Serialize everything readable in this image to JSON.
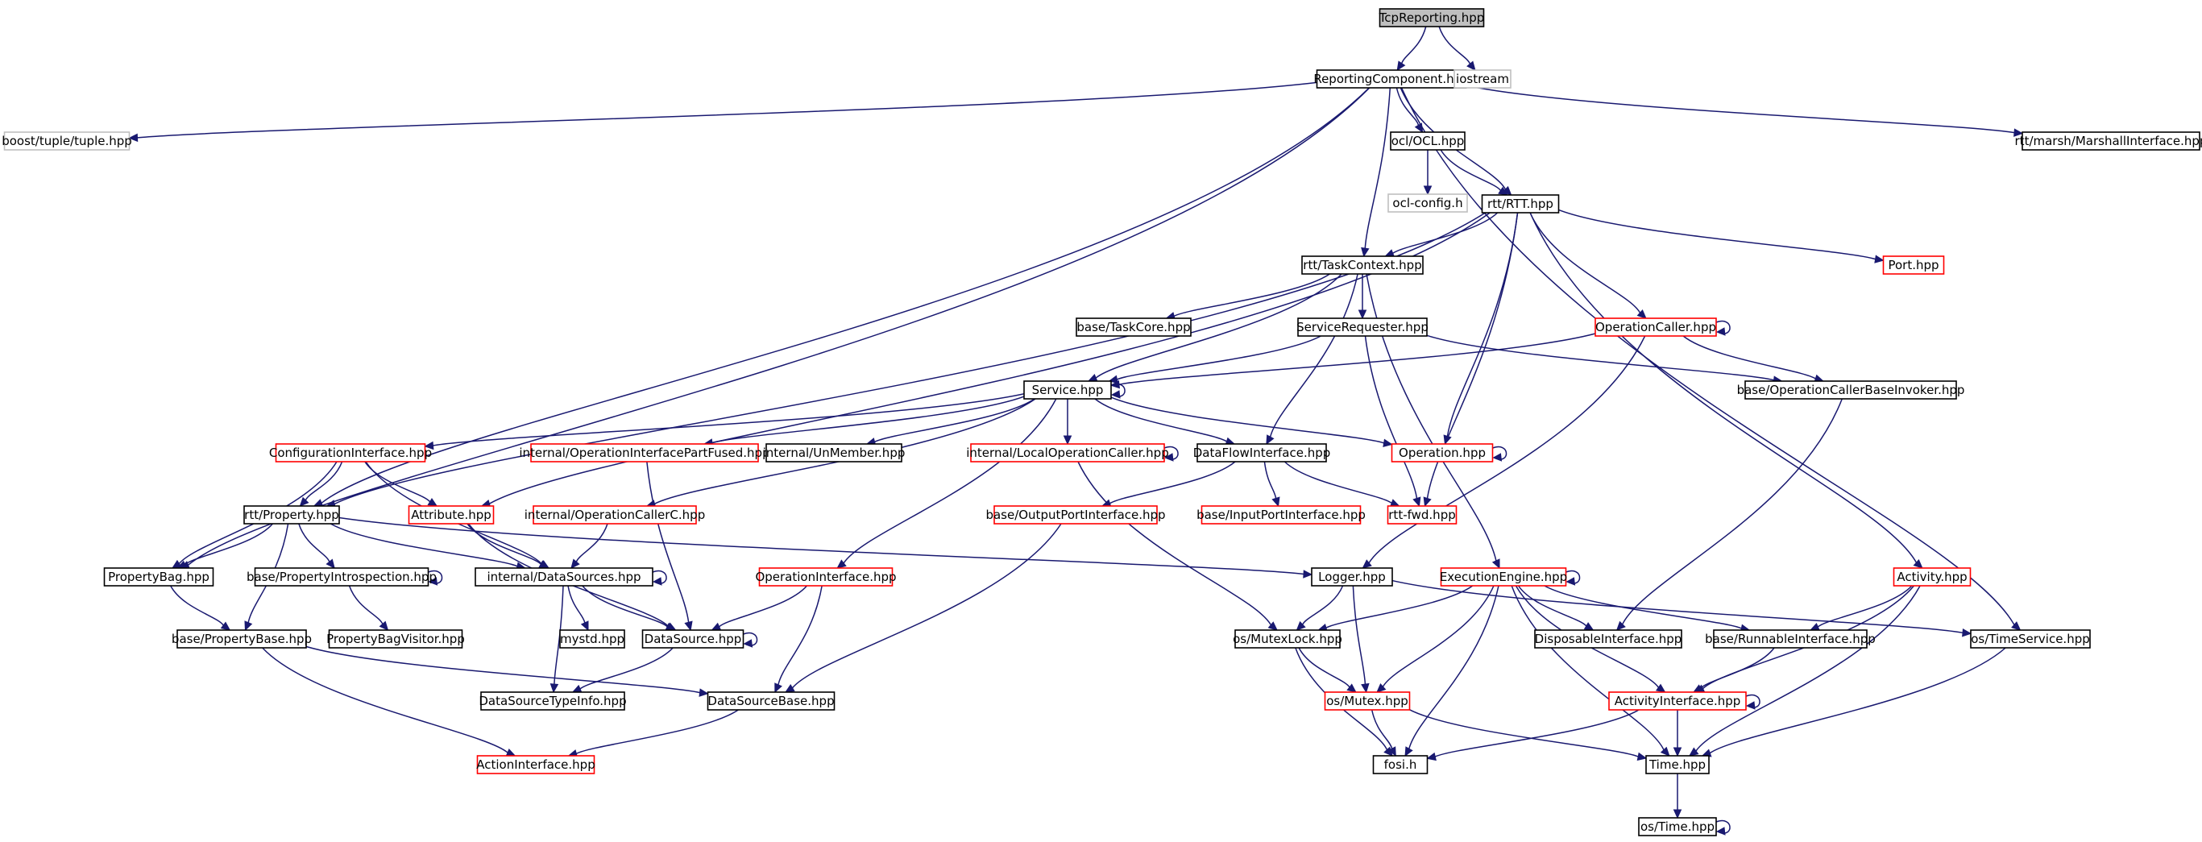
{
  "colors": {
    "edge": "#191970",
    "border_default": "#000000",
    "border_documented": "#ff0000",
    "border_external": "#bfbfbf",
    "fill_root": "#bfbfbf",
    "fill_default": "#ffffff"
  },
  "nodes": [
    {
      "id": "tcpreporting",
      "label": "TcpReporting.hpp",
      "kind": "root"
    },
    {
      "id": "reportingcomponent",
      "label": "ReportingComponent.hpp",
      "kind": "normal"
    },
    {
      "id": "iostream",
      "label": "iostream",
      "kind": "external"
    },
    {
      "id": "boost_tuple",
      "label": "boost/tuple/tuple.hpp",
      "kind": "external"
    },
    {
      "id": "marshall",
      "label": "rtt/marsh/MarshallInterface.hpp",
      "kind": "normal"
    },
    {
      "id": "ocl",
      "label": "ocl/OCL.hpp",
      "kind": "normal"
    },
    {
      "id": "oclconfig",
      "label": "ocl-config.h",
      "kind": "external"
    },
    {
      "id": "rtt",
      "label": "rtt/RTT.hpp",
      "kind": "normal"
    },
    {
      "id": "taskcontext",
      "label": "rtt/TaskContext.hpp",
      "kind": "normal"
    },
    {
      "id": "port",
      "label": "Port.hpp",
      "kind": "documented"
    },
    {
      "id": "taskcore",
      "label": "base/TaskCore.hpp",
      "kind": "normal"
    },
    {
      "id": "servicerequester",
      "label": "ServiceRequester.hpp",
      "kind": "normal"
    },
    {
      "id": "operationcaller",
      "label": "OperationCaller.hpp",
      "kind": "documented"
    },
    {
      "id": "service",
      "label": "Service.hpp",
      "kind": "normal"
    },
    {
      "id": "ocbaseinvoker",
      "label": "base/OperationCallerBaseInvoker.hpp",
      "kind": "normal"
    },
    {
      "id": "configinterface",
      "label": "ConfigurationInterface.hpp",
      "kind": "documented"
    },
    {
      "id": "opifacepartfused",
      "label": "internal/OperationInterfacePartFused.hpp",
      "kind": "documented"
    },
    {
      "id": "unmember",
      "label": "internal/UnMember.hpp",
      "kind": "normal"
    },
    {
      "id": "localopcaller",
      "label": "internal/LocalOperationCaller.hpp",
      "kind": "documented"
    },
    {
      "id": "dataflowinterface",
      "label": "DataFlowInterface.hpp",
      "kind": "normal"
    },
    {
      "id": "operation",
      "label": "Operation.hpp",
      "kind": "documented"
    },
    {
      "id": "rttproperty",
      "label": "rtt/Property.hpp",
      "kind": "normal"
    },
    {
      "id": "attribute",
      "label": "Attribute.hpp",
      "kind": "documented"
    },
    {
      "id": "opcallerc",
      "label": "internal/OperationCallerC.hpp",
      "kind": "documented"
    },
    {
      "id": "outputport",
      "label": "base/OutputPortInterface.hpp",
      "kind": "documented"
    },
    {
      "id": "inputport",
      "label": "base/InputPortInterface.hpp",
      "kind": "documented"
    },
    {
      "id": "rttfwd",
      "label": "rtt-fwd.hpp",
      "kind": "documented"
    },
    {
      "id": "propertybag",
      "label": "PropertyBag.hpp",
      "kind": "normal"
    },
    {
      "id": "propintrospection",
      "label": "base/PropertyIntrospection.hpp",
      "kind": "normal"
    },
    {
      "id": "datasources",
      "label": "internal/DataSources.hpp",
      "kind": "normal"
    },
    {
      "id": "opinterface",
      "label": "OperationInterface.hpp",
      "kind": "documented"
    },
    {
      "id": "logger",
      "label": "Logger.hpp",
      "kind": "normal"
    },
    {
      "id": "executionengine",
      "label": "ExecutionEngine.hpp",
      "kind": "documented"
    },
    {
      "id": "activity",
      "label": "Activity.hpp",
      "kind": "documented"
    },
    {
      "id": "propertybase",
      "label": "base/PropertyBase.hpp",
      "kind": "normal"
    },
    {
      "id": "propbagvisitor",
      "label": "PropertyBagVisitor.hpp",
      "kind": "normal"
    },
    {
      "id": "mystd",
      "label": "mystd.hpp",
      "kind": "normal"
    },
    {
      "id": "datasource",
      "label": "DataSource.hpp",
      "kind": "normal"
    },
    {
      "id": "mutexlock",
      "label": "os/MutexLock.hpp",
      "kind": "normal"
    },
    {
      "id": "disposable",
      "label": "DisposableInterface.hpp",
      "kind": "normal"
    },
    {
      "id": "runnable",
      "label": "base/RunnableInterface.hpp",
      "kind": "normal"
    },
    {
      "id": "timeservice",
      "label": "os/TimeService.hpp",
      "kind": "normal"
    },
    {
      "id": "dstypeinfo",
      "label": "DataSourceTypeInfo.hpp",
      "kind": "normal"
    },
    {
      "id": "datasourcebase",
      "label": "DataSourceBase.hpp",
      "kind": "normal"
    },
    {
      "id": "mutex",
      "label": "os/Mutex.hpp",
      "kind": "documented"
    },
    {
      "id": "activityinterface",
      "label": "ActivityInterface.hpp",
      "kind": "documented"
    },
    {
      "id": "actioninterface",
      "label": "ActionInterface.hpp",
      "kind": "documented"
    },
    {
      "id": "fosi",
      "label": "fosi.h",
      "kind": "normal"
    },
    {
      "id": "time",
      "label": "Time.hpp",
      "kind": "normal"
    },
    {
      "id": "ostime",
      "label": "os/Time.hpp",
      "kind": "normal"
    }
  ],
  "edges": [
    [
      "tcpreporting",
      "reportingcomponent"
    ],
    [
      "tcpreporting",
      "iostream"
    ],
    [
      "reportingcomponent",
      "boost_tuple"
    ],
    [
      "reportingcomponent",
      "marshall"
    ],
    [
      "reportingcomponent",
      "ocl"
    ],
    [
      "reportingcomponent",
      "rtt"
    ],
    [
      "reportingcomponent",
      "taskcontext"
    ],
    [
      "reportingcomponent",
      "rttproperty"
    ],
    [
      "reportingcomponent",
      "propertybag"
    ],
    [
      "reportingcomponent",
      "timeservice"
    ],
    [
      "ocl",
      "oclconfig"
    ],
    [
      "ocl",
      "rtt"
    ],
    [
      "rtt",
      "taskcontext"
    ],
    [
      "rtt",
      "port"
    ],
    [
      "rtt",
      "operationcaller"
    ],
    [
      "rtt",
      "operation"
    ],
    [
      "rtt",
      "rttfwd"
    ],
    [
      "rtt",
      "activity"
    ],
    [
      "rtt",
      "rttproperty"
    ],
    [
      "rtt",
      "attribute"
    ],
    [
      "taskcontext",
      "taskcore"
    ],
    [
      "taskcontext",
      "servicerequester"
    ],
    [
      "taskcontext",
      "service"
    ],
    [
      "taskcontext",
      "dataflowinterface"
    ],
    [
      "taskcontext",
      "executionengine"
    ],
    [
      "servicerequester",
      "service"
    ],
    [
      "servicerequester",
      "ocbaseinvoker"
    ],
    [
      "servicerequester",
      "rttfwd"
    ],
    [
      "operationcaller",
      "operationcaller"
    ],
    [
      "operationcaller",
      "service"
    ],
    [
      "operationcaller",
      "ocbaseinvoker"
    ],
    [
      "operationcaller",
      "logger"
    ],
    [
      "service",
      "service"
    ],
    [
      "service",
      "configinterface"
    ],
    [
      "service",
      "opifacepartfused"
    ],
    [
      "service",
      "unmember"
    ],
    [
      "service",
      "localopcaller"
    ],
    [
      "service",
      "dataflowinterface"
    ],
    [
      "service",
      "operation"
    ],
    [
      "service",
      "opcallerc"
    ],
    [
      "service",
      "opinterface"
    ],
    [
      "ocbaseinvoker",
      "disposable"
    ],
    [
      "configinterface",
      "rttproperty"
    ],
    [
      "configinterface",
      "attribute"
    ],
    [
      "configinterface",
      "propertybag"
    ],
    [
      "configinterface",
      "datasources"
    ],
    [
      "opifacepartfused",
      "datasource"
    ],
    [
      "localopcaller",
      "localopcaller"
    ],
    [
      "localopcaller",
      "mutexlock"
    ],
    [
      "dataflowinterface",
      "outputport"
    ],
    [
      "dataflowinterface",
      "inputport"
    ],
    [
      "dataflowinterface",
      "rttfwd"
    ],
    [
      "operation",
      "operation"
    ],
    [
      "rttproperty",
      "propertybag"
    ],
    [
      "rttproperty",
      "propintrospection"
    ],
    [
      "rttproperty",
      "datasources"
    ],
    [
      "rttproperty",
      "propertybase"
    ],
    [
      "rttproperty",
      "logger"
    ],
    [
      "attribute",
      "datasources"
    ],
    [
      "attribute",
      "datasource"
    ],
    [
      "opcallerc",
      "datasources"
    ],
    [
      "outputport",
      "datasourcebase"
    ],
    [
      "propertybag",
      "propertybase"
    ],
    [
      "propintrospection",
      "propintrospection"
    ],
    [
      "propintrospection",
      "propbagvisitor"
    ],
    [
      "datasources",
      "datasources"
    ],
    [
      "datasources",
      "mystd"
    ],
    [
      "datasources",
      "datasource"
    ],
    [
      "datasources",
      "dstypeinfo"
    ],
    [
      "opinterface",
      "datasource"
    ],
    [
      "opinterface",
      "datasourcebase"
    ],
    [
      "logger",
      "mutexlock"
    ],
    [
      "logger",
      "mutex"
    ],
    [
      "logger",
      "timeservice"
    ],
    [
      "executionengine",
      "executionengine"
    ],
    [
      "executionengine",
      "mutexlock"
    ],
    [
      "executionengine",
      "mutex"
    ],
    [
      "executionengine",
      "disposable"
    ],
    [
      "executionengine",
      "runnable"
    ],
    [
      "executionengine",
      "activityinterface"
    ],
    [
      "executionengine",
      "fosi"
    ],
    [
      "executionengine",
      "time"
    ],
    [
      "activity",
      "runnable"
    ],
    [
      "activity",
      "activityinterface"
    ],
    [
      "activity",
      "time"
    ],
    [
      "propertybase",
      "datasourcebase"
    ],
    [
      "propertybase",
      "actioninterface"
    ],
    [
      "datasource",
      "datasource"
    ],
    [
      "datasource",
      "dstypeinfo"
    ],
    [
      "mutexlock",
      "mutex"
    ],
    [
      "mutexlock",
      "fosi"
    ],
    [
      "runnable",
      "activityinterface"
    ],
    [
      "timeservice",
      "time"
    ],
    [
      "datasourcebase",
      "actioninterface"
    ],
    [
      "mutex",
      "fosi"
    ],
    [
      "mutex",
      "time"
    ],
    [
      "activityinterface",
      "activityinterface"
    ],
    [
      "activityinterface",
      "fosi"
    ],
    [
      "activityinterface",
      "time"
    ],
    [
      "time",
      "ostime"
    ],
    [
      "ostime",
      "ostime"
    ]
  ]
}
